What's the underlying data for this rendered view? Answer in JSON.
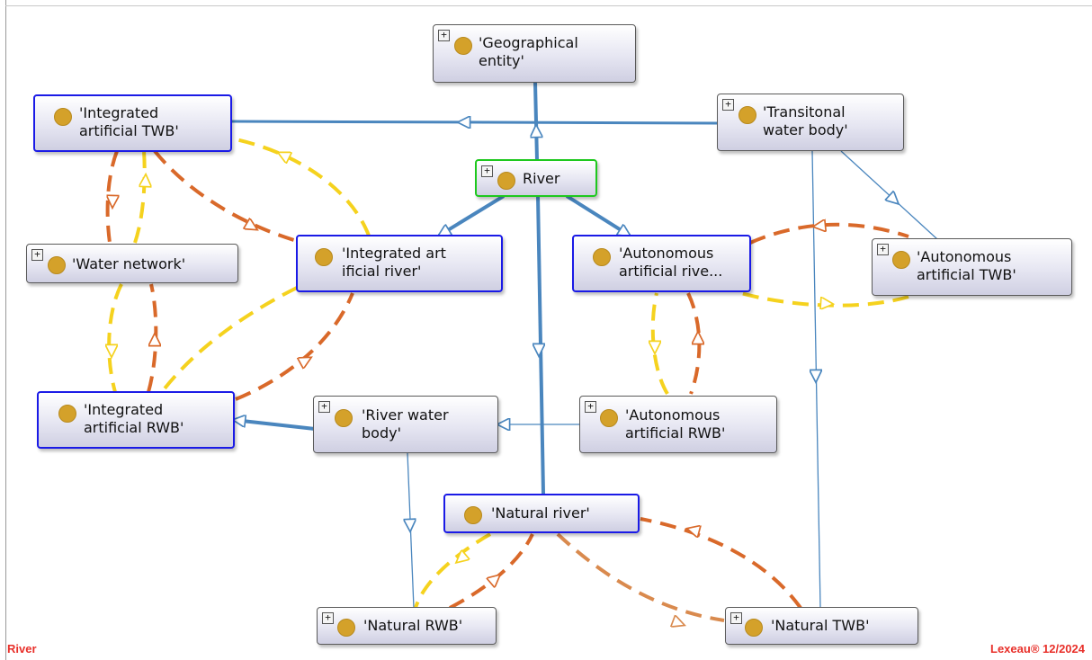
{
  "nodes": {
    "geo": {
      "label": "'Geographical\nentity'",
      "expandable": true
    },
    "itwb": {
      "label": "'Integrated\nartificial TWB'",
      "expandable": false
    },
    "ttwb": {
      "label": "'Transitonal\nwater body'",
      "expandable": true
    },
    "river": {
      "label": "River",
      "expandable": true
    },
    "wnet": {
      "label": "'Water network'",
      "expandable": true
    },
    "iar": {
      "label": "'Integrated art\nificial river'",
      "expandable": false
    },
    "aar": {
      "label": "'Autonomous\nartificial rive...",
      "expandable": false
    },
    "atwb": {
      "label": "'Autonomous\nartificial TWB'",
      "expandable": true
    },
    "irwb": {
      "label": "'Integrated\nartificial RWB'",
      "expandable": false
    },
    "rwb": {
      "label": "'River water\nbody'",
      "expandable": true
    },
    "arwb": {
      "label": "'Autonomous\nartificial RWB'",
      "expandable": true
    },
    "nr": {
      "label": "'Natural river'",
      "expandable": false
    },
    "nrwb": {
      "label": "'Natural RWB'",
      "expandable": true
    },
    "ntwb": {
      "label": "'Natural TWB'",
      "expandable": true
    }
  },
  "footer": {
    "left": "River",
    "right": "Lexeau® 12/2024"
  },
  "colors": {
    "subclass": "#4a86be",
    "relation_orange": "#d9692a",
    "relation_yellow": "#f5d21e",
    "relation_tan": "#d98a4e"
  }
}
